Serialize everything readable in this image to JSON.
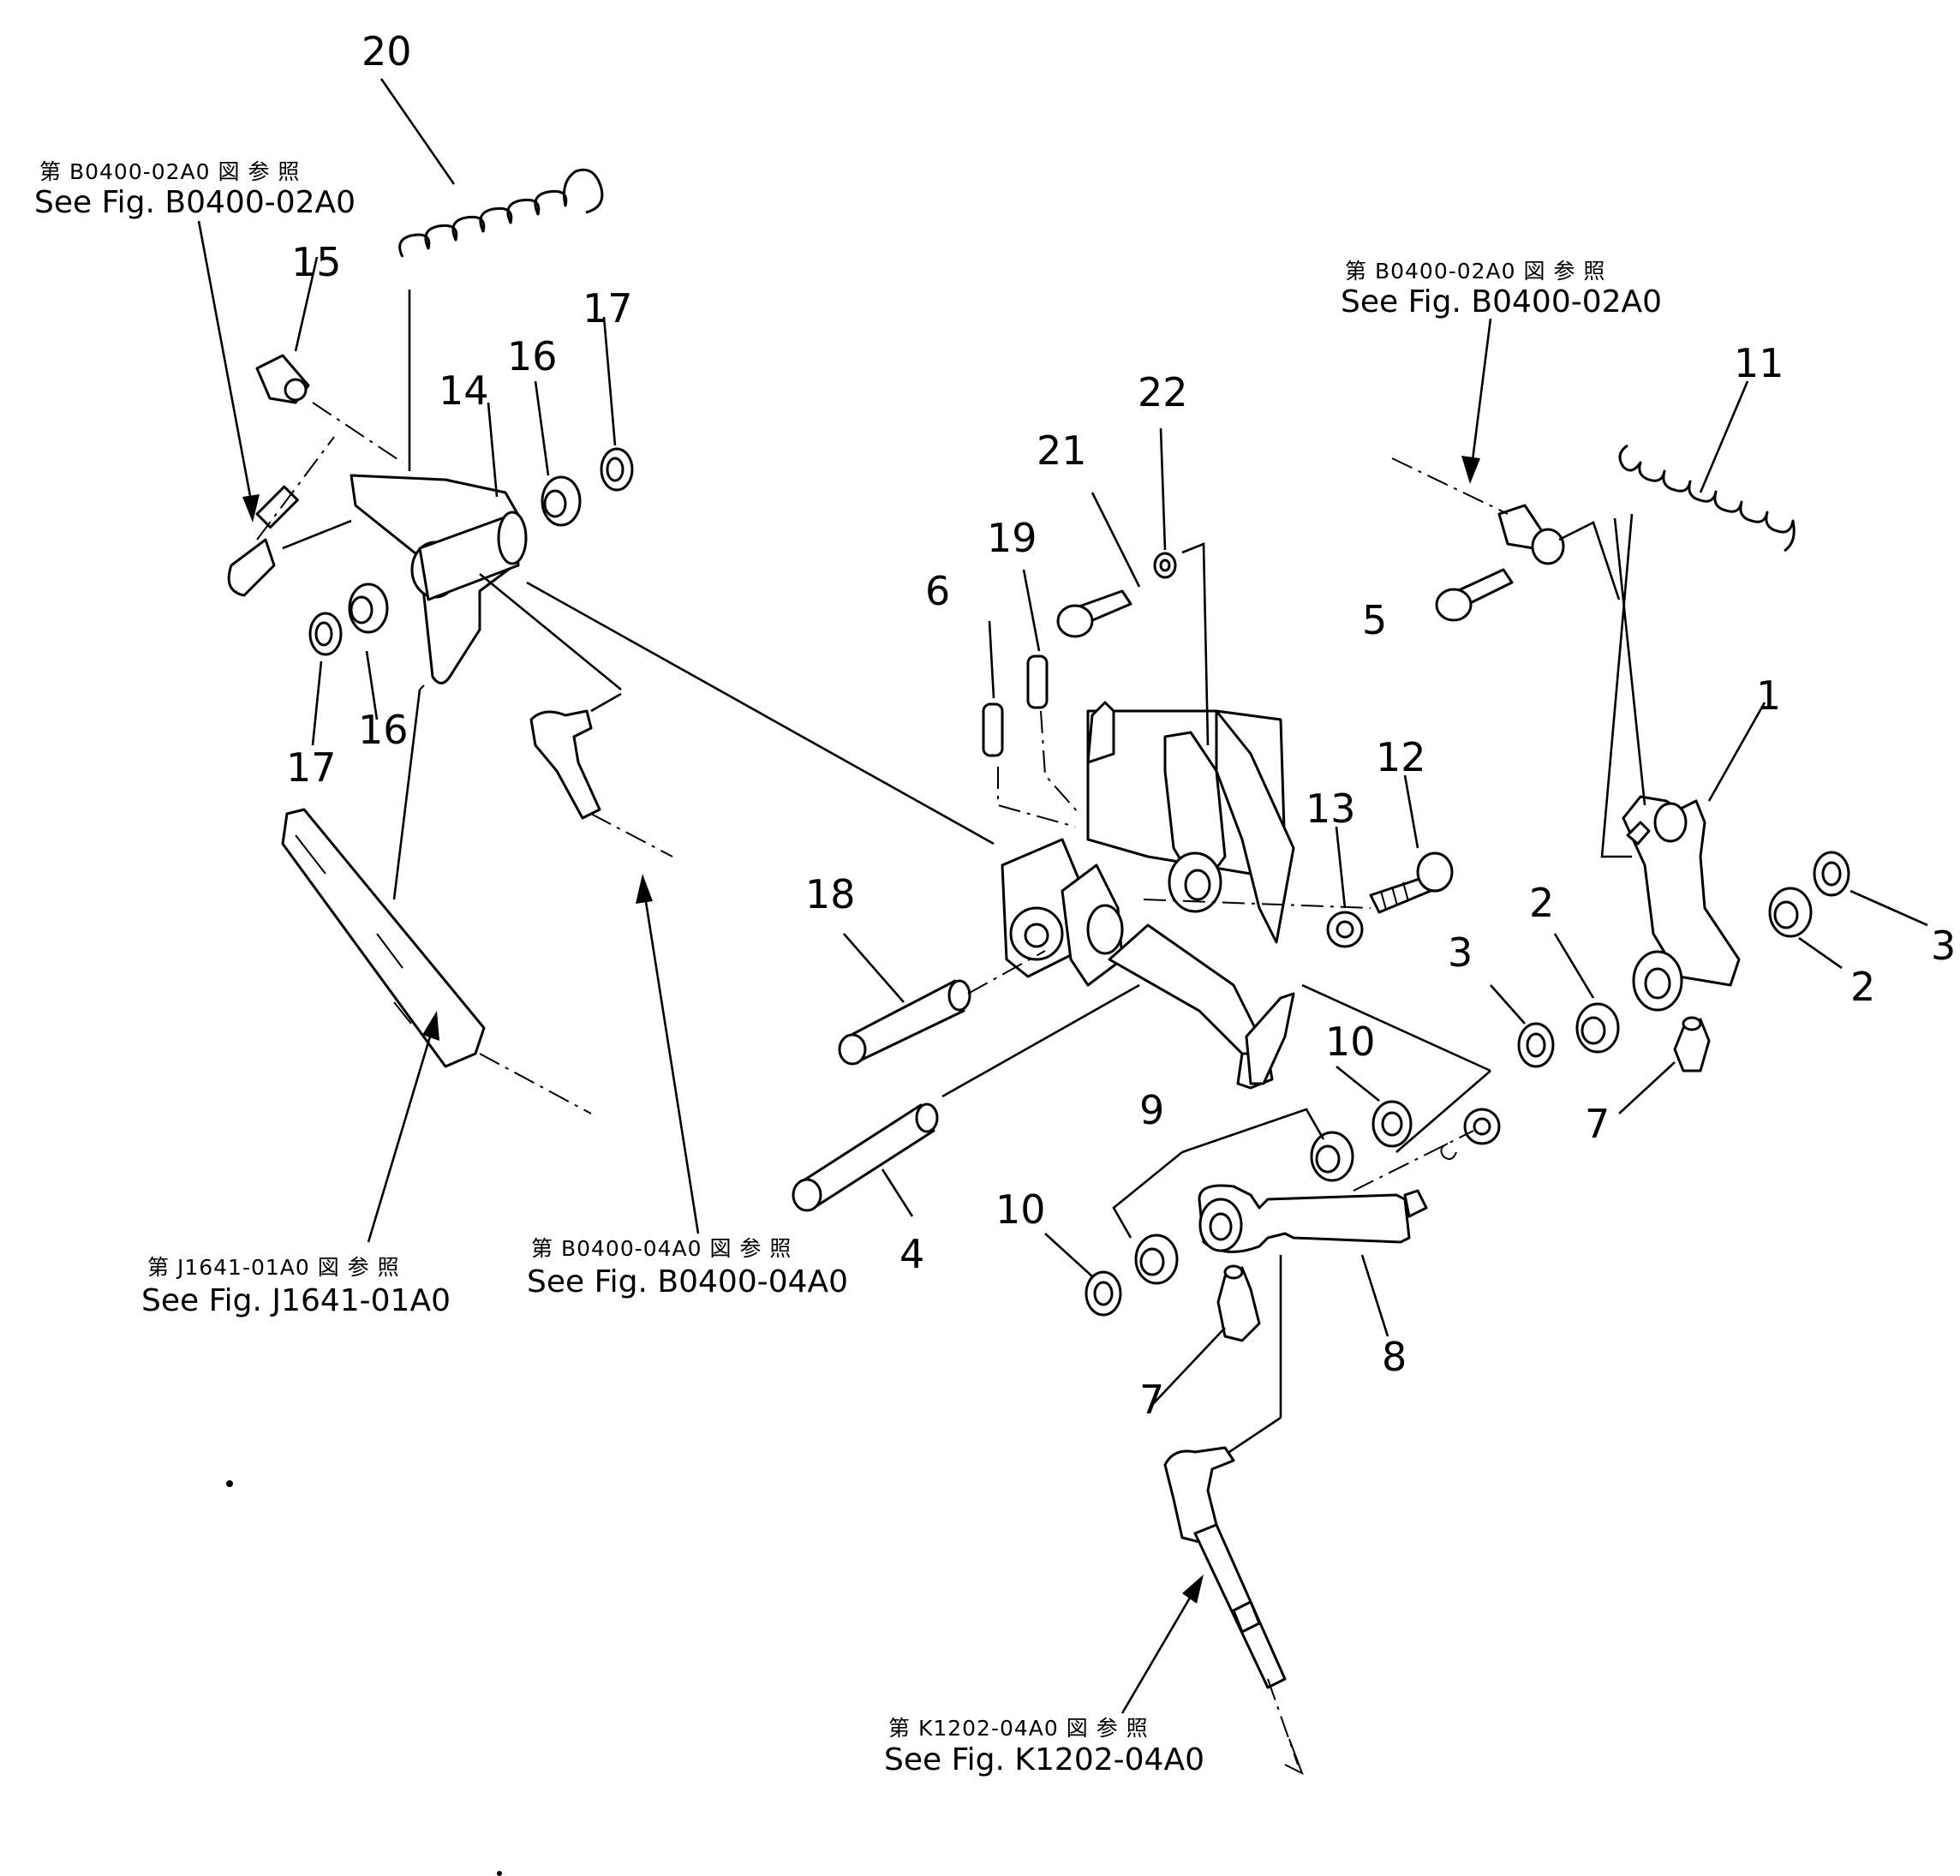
{
  "callouts": {
    "c1": "1",
    "c2a": "2",
    "c2b": "2",
    "c3a": "3",
    "c3b": "3",
    "c4": "4",
    "c5": "5",
    "c6": "6",
    "c7a": "7",
    "c7b": "7",
    "c8": "8",
    "c9": "9",
    "c10a": "10",
    "c10b": "10",
    "c11": "11",
    "c12": "12",
    "c13": "13",
    "c14": "14",
    "c15": "15",
    "c16a": "16",
    "c16b": "16",
    "c17a": "17",
    "c17b": "17",
    "c18": "18",
    "c19": "19",
    "c20": "20",
    "c21": "21",
    "c22": "22"
  },
  "refs": {
    "top_left": {
      "ja": "第 B0400-02A0 図 参 照",
      "en": "See Fig. B0400-02A0"
    },
    "top_right": {
      "ja": "第 B0400-02A0 図 参 照",
      "en": "See Fig. B0400-02A0"
    },
    "bottom_left": {
      "ja": "第 J1641-01A0 図 参 照",
      "en": "See Fig. J1641-01A0"
    },
    "bottom_mid": {
      "ja": "第 B0400-04A0 図 参 照",
      "en": "See Fig. B0400-04A0"
    },
    "bottom": {
      "ja": "第 K1202-04A0 図 参 照",
      "en": "See Fig. K1202-04A0"
    }
  }
}
